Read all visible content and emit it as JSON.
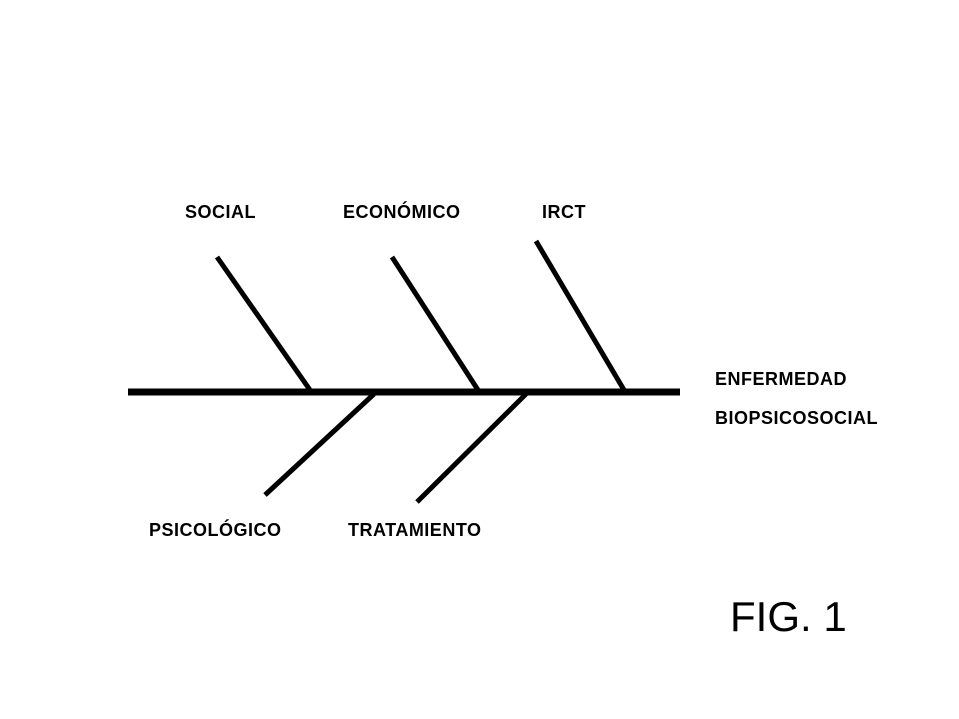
{
  "diagram": {
    "causes_top": [
      "SOCIAL",
      "ECONÓMICO",
      "IRCT"
    ],
    "causes_bottom": [
      "PSICOLÓGICO",
      "TRATAMIENTO"
    ],
    "effect_line1": "ENFERMEDAD",
    "effect_line2": "BIOPSICOSOCIAL",
    "figure_label": "FIG. 1",
    "line_color": "#000000"
  }
}
